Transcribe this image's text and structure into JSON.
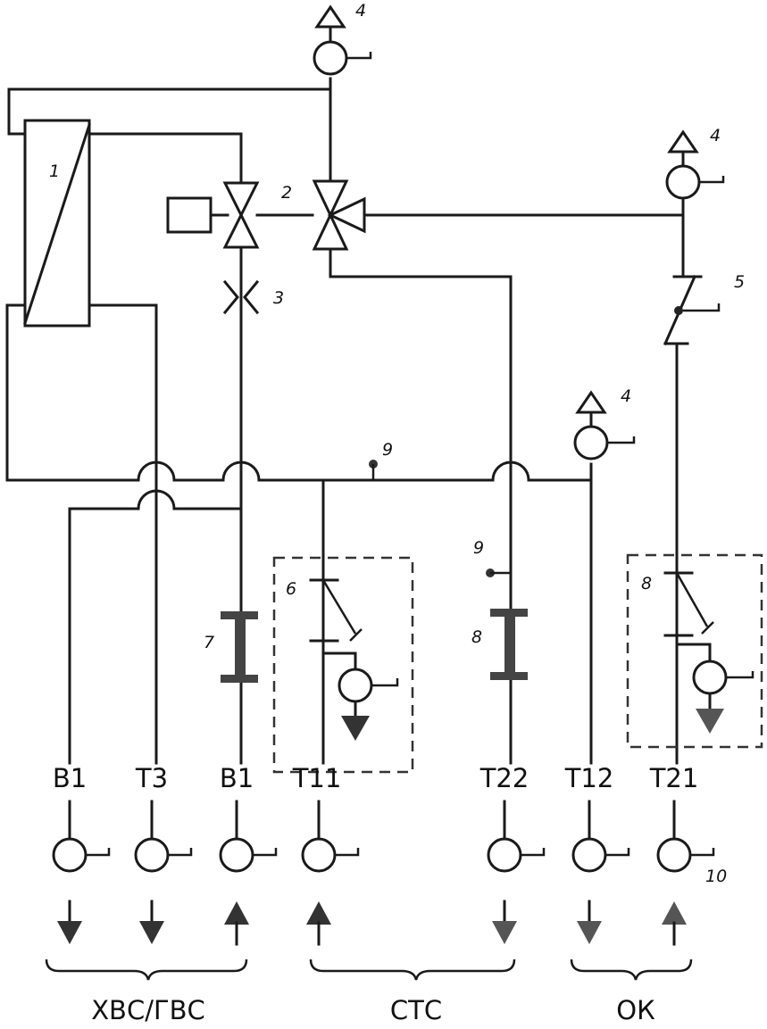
{
  "labels": {
    "heat_exchanger": "1",
    "valve": "2",
    "throttle": "3",
    "sensor": "4",
    "check_valve": "5",
    "pump_group": "6",
    "filter_hot": "7",
    "filter_return": "8",
    "temp_point": "9",
    "pump_group_ok": "8",
    "sensor_bottom": "10"
  },
  "pipes": [
    "В1",
    "Т3",
    "В1",
    "Т11",
    "Т22",
    "Т12",
    "Т21"
  ],
  "groups": {
    "hot_water": "ХВС/ГВС",
    "heating": "СТС",
    "ok": "ОК"
  },
  "colors": {
    "line": "#1a1a1a",
    "arrow": "#333333",
    "filter": "#444444"
  }
}
